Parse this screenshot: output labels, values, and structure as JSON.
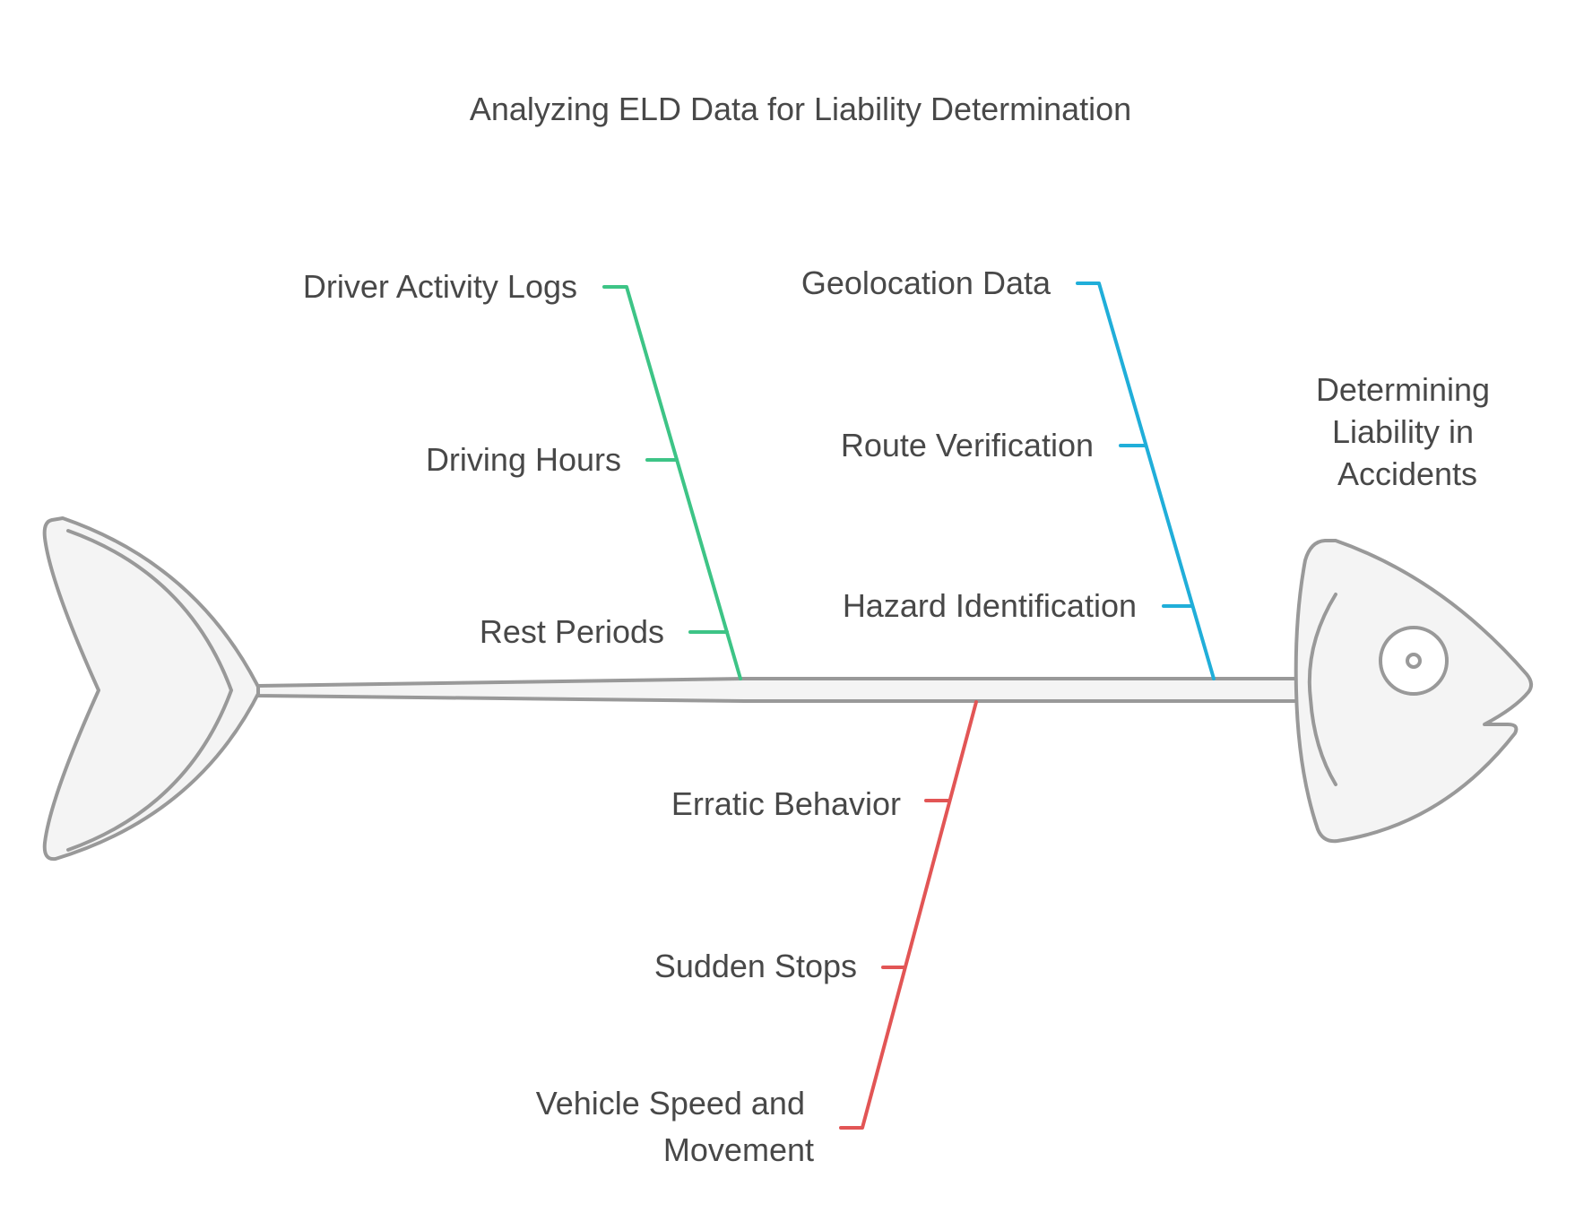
{
  "title": "Analyzing ELD Data for Liability Determination",
  "head": {
    "label_lines": [
      "Determining",
      "Liability in",
      "Accidents"
    ]
  },
  "colors": {
    "text": "#484848",
    "fish_fill": "#f4f4f4",
    "fish_stroke": "#999999",
    "green": "#3dc486",
    "blue": "#20aed9",
    "red": "#e25555"
  },
  "branches": [
    {
      "name": "driver-activity",
      "color": "green",
      "side": "top",
      "causes": [
        {
          "lines": [
            "Driver Activity Logs"
          ]
        },
        {
          "lines": [
            "Driving Hours"
          ]
        },
        {
          "lines": [
            "Rest Periods"
          ]
        }
      ]
    },
    {
      "name": "geolocation",
      "color": "blue",
      "side": "top",
      "causes": [
        {
          "lines": [
            "Geolocation Data"
          ]
        },
        {
          "lines": [
            "Route Verification"
          ]
        },
        {
          "lines": [
            "Hazard Identification"
          ]
        }
      ]
    },
    {
      "name": "vehicle-speed",
      "color": "red",
      "side": "bottom",
      "causes": [
        {
          "lines": [
            "Erratic Behavior"
          ]
        },
        {
          "lines": [
            "Sudden Stops"
          ]
        },
        {
          "lines": [
            "Vehicle Speed and",
            "Movement"
          ]
        }
      ]
    }
  ]
}
